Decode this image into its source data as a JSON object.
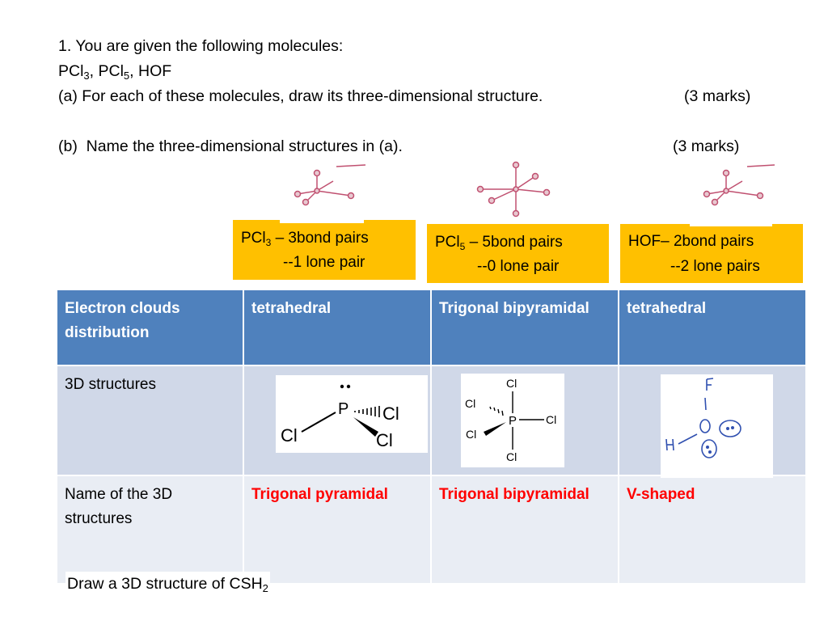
{
  "question": {
    "line1": "1. You are given the following molecules:",
    "molecules": {
      "pcl": "PCl",
      "three": "3",
      "sep": ", PCl",
      "five": "5",
      "hof": ", HOF"
    },
    "part_a": "(a) For each of these molecules, draw its three-dimensional structure.",
    "part_a_marks": "(3 marks)",
    "part_b": "(b)  Name the three-dimensional structures in (a).",
    "part_b_marks": "(3 marks)"
  },
  "pair_boxes": [
    {
      "formula": "PCl",
      "sub": "3",
      "line1_rest": " – 3bond pairs",
      "line2": "--1 lone pair"
    },
    {
      "formula": "PCl",
      "sub": "5",
      "line1_rest": " – 5bond pairs",
      "line2": "--0 lone pair"
    },
    {
      "formula": "HOF",
      "sub": "",
      "line1_rest": "– 2bond pairs",
      "line2": "--2 lone pairs"
    }
  ],
  "table": {
    "header": {
      "label": "Electron clouds distribution",
      "cols": [
        "tetrahedral",
        "Trigonal bipyramidal",
        "tetrahedral"
      ]
    },
    "row2": {
      "label": "3D structures"
    },
    "row3": {
      "label": "Name of the 3D structures",
      "cols": [
        "Trigonal pyramidal",
        "Trigonal bipyramidal",
        "V-shaped"
      ]
    }
  },
  "struct_labels": {
    "pcl3": {
      "p": "P",
      "cl_a": "Cl",
      "cl_b": "Cl",
      "cl_c": "Cl"
    },
    "pcl5": {
      "p": "P",
      "cl_top": "Cl",
      "cl_left": "Cl",
      "cl_right": "Cl",
      "cl_lowleft": "Cl",
      "cl_bottom": "Cl"
    },
    "hof": {
      "f": "F",
      "o": "O",
      "h": "H"
    }
  },
  "footer": {
    "text": "Draw a 3D structure of CSH",
    "sub": "2"
  },
  "colors": {
    "header_blue": "#4f81bd",
    "row_dark": "#d0d8e8",
    "row_light": "#e9edf4",
    "box_orange": "#ffc000",
    "answer_red": "#ff0000",
    "bond_pink": "#c05070"
  }
}
